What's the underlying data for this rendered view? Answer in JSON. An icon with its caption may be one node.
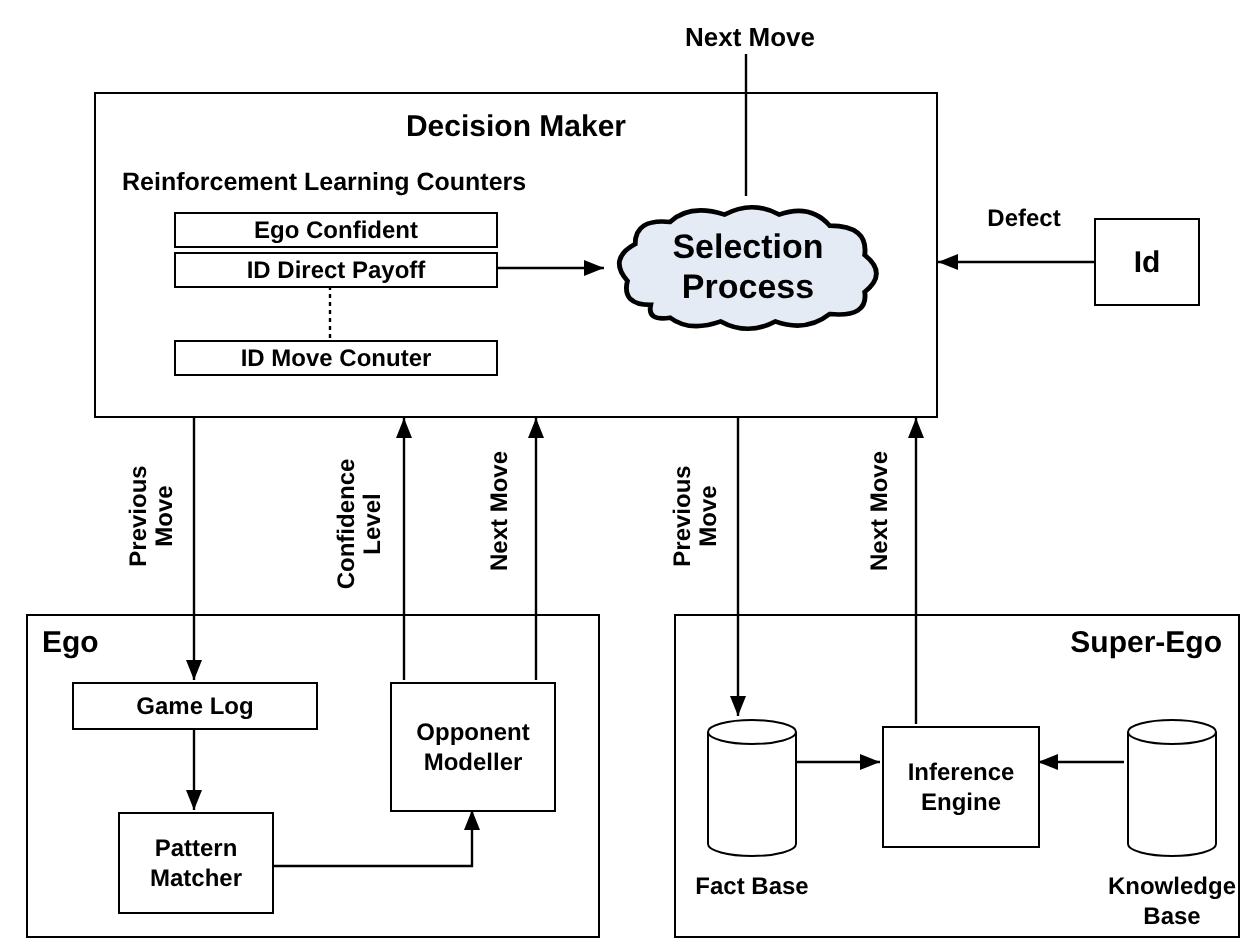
{
  "diagram": {
    "nodes": [
      {
        "text": [
          "Decision Maker"
        ]
      },
      {
        "text": [
          "Ego Confident"
        ],
        "in": 0
      },
      {
        "text": [
          "ID Direct Payoff"
        ],
        "in": 0
      },
      {
        "text": [
          "ID Move Conuter"
        ],
        "in": 0
      },
      {
        "text": [
          "Selection Process"
        ],
        "in": 0
      },
      {
        "text": [
          "Id"
        ]
      },
      {
        "text": [
          "Next Move"
        ]
      },
      {
        "text": [
          "Ego"
        ]
      },
      {
        "text": [
          "Game Log"
        ],
        "in": 7
      },
      {
        "text": [
          "Pattern Matcher"
        ],
        "in": 7
      },
      {
        "text": [
          "Opponent Modeller"
        ],
        "in": 7
      },
      {
        "text": [
          "Super-Ego"
        ]
      },
      {
        "text": [],
        "shape": "cylinder",
        "beside": [
          "Fact Base"
        ],
        "in": 11
      },
      {
        "text": [
          "Inference Engine"
        ],
        "in": 11
      },
      {
        "text": [],
        "shape": "cylinder",
        "beside": [
          "Knowledge Base"
        ],
        "in": 11
      }
    ],
    "edges": [
      {
        "from": 2,
        "to": 4,
        "arrow": "to"
      },
      {
        "from": 2,
        "to": 3,
        "arrow": "none",
        "style": "dashed"
      },
      {
        "from": 5,
        "to": 0,
        "arrow": "to",
        "label": "Defect"
      },
      {
        "from": 4,
        "to": 6,
        "arrow": "none"
      },
      {
        "from": 0,
        "to": 8,
        "arrow": "to",
        "label": "Previous Move"
      },
      {
        "from": 10,
        "to": 0,
        "arrow": "to",
        "label": "Confidence Level"
      },
      {
        "from": 10,
        "to": 0,
        "arrow": "to",
        "label": "Next Move"
      },
      {
        "from": 0,
        "to": 12,
        "arrow": "to",
        "label": "Previous Move"
      },
      {
        "from": 13,
        "to": 0,
        "arrow": "to",
        "label": "Next Move"
      },
      {
        "from": 8,
        "to": 9,
        "arrow": "to"
      },
      {
        "from": 9,
        "to": 10,
        "arrow": "to"
      },
      {
        "from": 12,
        "to": 13,
        "arrow": "to"
      },
      {
        "from": 14,
        "to": 13,
        "arrow": "to"
      }
    ],
    "labels": [
      "Reinforcement Learning Counters"
    ]
  }
}
